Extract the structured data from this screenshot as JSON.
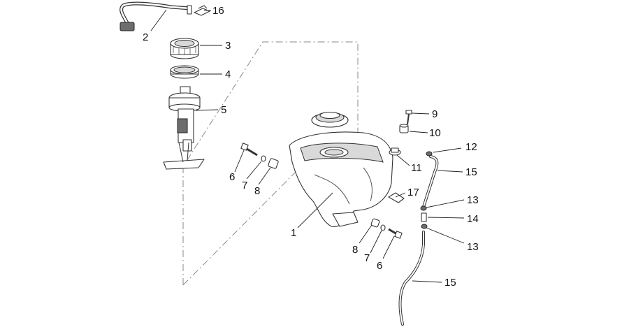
{
  "diagram": {
    "callouts": [
      {
        "id": "c16a",
        "label": "16"
      },
      {
        "id": "c2",
        "label": "2"
      },
      {
        "id": "c3",
        "label": "3"
      },
      {
        "id": "c4",
        "label": "4"
      },
      {
        "id": "c5",
        "label": "5"
      },
      {
        "id": "c9",
        "label": "9"
      },
      {
        "id": "c10",
        "label": "10"
      },
      {
        "id": "c12",
        "label": "12"
      },
      {
        "id": "c11",
        "label": "11"
      },
      {
        "id": "c15a",
        "label": "15"
      },
      {
        "id": "c6a",
        "label": "6"
      },
      {
        "id": "c7a",
        "label": "7"
      },
      {
        "id": "c8a",
        "label": "8"
      },
      {
        "id": "c17",
        "label": "17"
      },
      {
        "id": "c13a",
        "label": "13"
      },
      {
        "id": "c14",
        "label": "14"
      },
      {
        "id": "c1",
        "label": "1"
      },
      {
        "id": "c13b",
        "label": "13"
      },
      {
        "id": "c8b",
        "label": "8"
      },
      {
        "id": "c7b",
        "label": "7"
      },
      {
        "id": "c6b",
        "label": "6"
      },
      {
        "id": "c15b",
        "label": "15"
      }
    ]
  }
}
